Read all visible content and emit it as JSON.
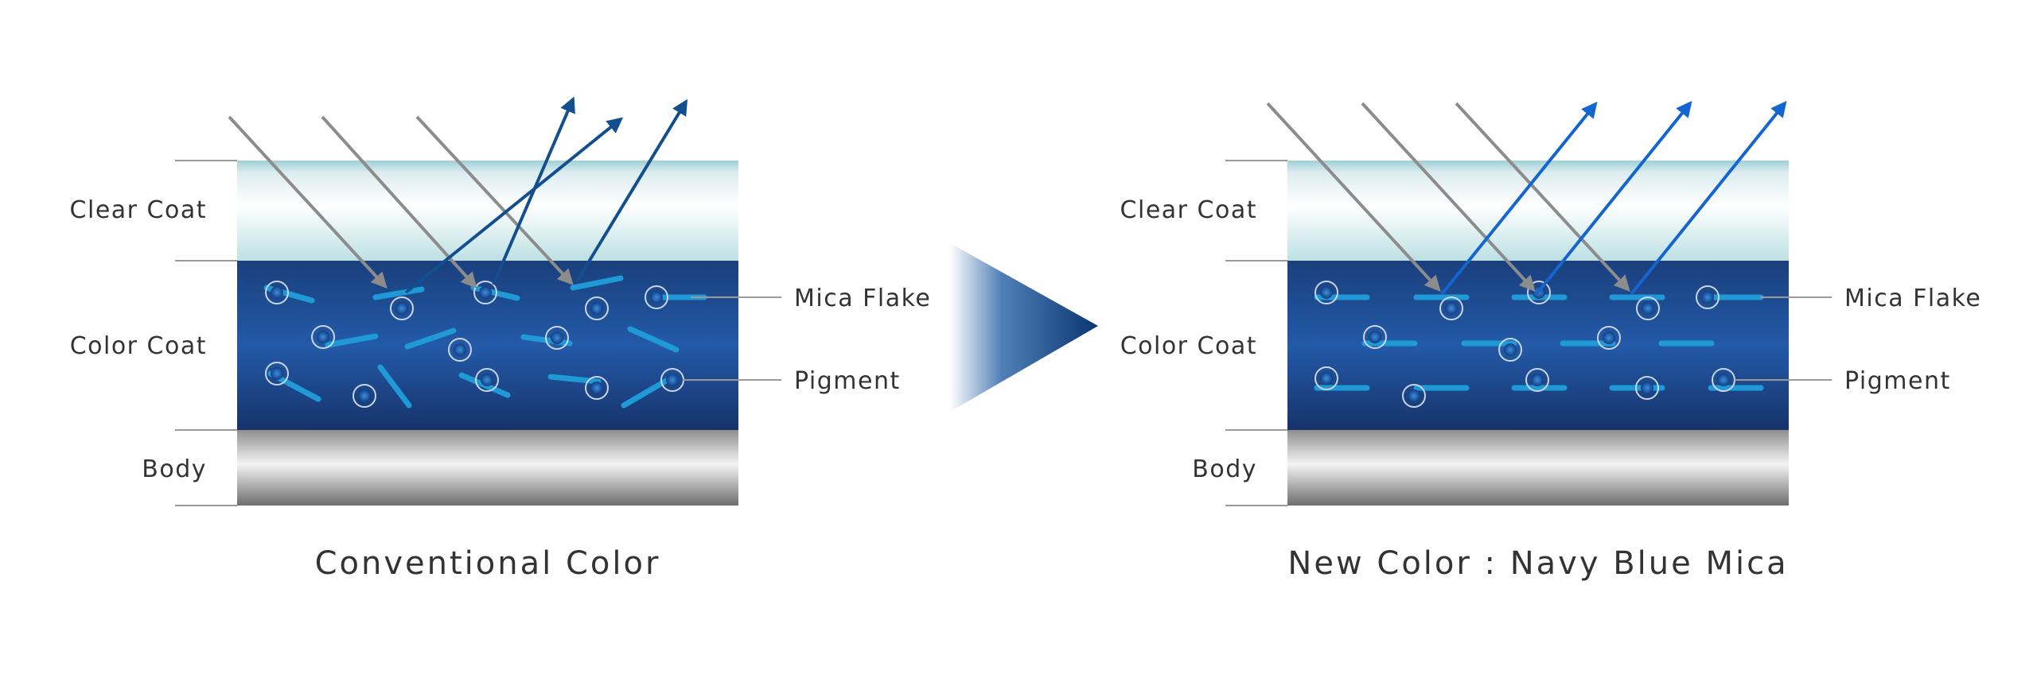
{
  "left_panel": {
    "layers": {
      "clear_coat": "Clear Coat",
      "color_coat": "Color Coat",
      "body": "Body"
    },
    "callouts": {
      "mica_flake": "Mica Flake",
      "pigment": "Pigment"
    },
    "caption": "Conventional Color"
  },
  "right_panel": {
    "layers": {
      "clear_coat": "Clear Coat",
      "color_coat": "Color Coat",
      "body": "Body"
    },
    "callouts": {
      "mica_flake": "Mica Flake",
      "pigment": "Pigment"
    },
    "caption": "New Color : Navy Blue Mica"
  },
  "colors": {
    "color_coat_dark": "#1a3f7c",
    "color_coat_mid": "#235aa8",
    "flake": "#1f9ad6",
    "incident_ray": "#8c8c8c",
    "reflected_ray_left": "#134f8e",
    "reflected_ray_right": "#1565d0",
    "transition_arrow": "#0c3a78"
  }
}
